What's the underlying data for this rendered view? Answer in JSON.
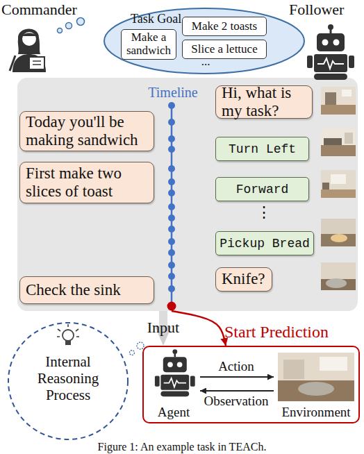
{
  "diagram": {
    "caption": "Figure 1: An example task in TEACh.",
    "nodes": [
      {
        "text": [
          "Task Goal"
        ]
      },
      {
        "text": [
          "Make a sandwich"
        ],
        "in": 0
      },
      {
        "text": [
          "Make 2 toasts"
        ],
        "in": 0
      },
      {
        "text": [
          "Slice a lettuce"
        ],
        "in": 0
      },
      {
        "text": [
          "Timeline"
        ]
      },
      {
        "text": [
          "Hi, what is my task?"
        ],
        "in": 4
      },
      {
        "text": [
          "Today you'll be making sandwich"
        ],
        "in": 4
      },
      {
        "text": [
          "Turn Left"
        ],
        "in": 4
      },
      {
        "text": [
          "First make two slices of toast"
        ],
        "in": 4
      },
      {
        "text": [
          "Forward"
        ],
        "in": 4
      },
      {
        "text": [
          "Pickup Bread"
        ],
        "in": 4
      },
      {
        "text": [
          "Knife?"
        ],
        "in": 4
      },
      {
        "text": [
          "Check the sink"
        ],
        "in": 4
      },
      {
        "text": [
          "Internal Reasoning Process"
        ]
      },
      {
        "text": [
          "Start Prediction"
        ]
      }
    ],
    "edges": [
      {
        "from": 4,
        "to": 14,
        "arrow": "to"
      },
      {
        "from": 4,
        "to": 14,
        "label": "Input",
        "arrow": "to"
      }
    ],
    "labels": [
      "Commander",
      "Follower",
      "...",
      "⋮",
      "Action",
      "Observation",
      "Agent",
      "Environment"
    ]
  }
}
